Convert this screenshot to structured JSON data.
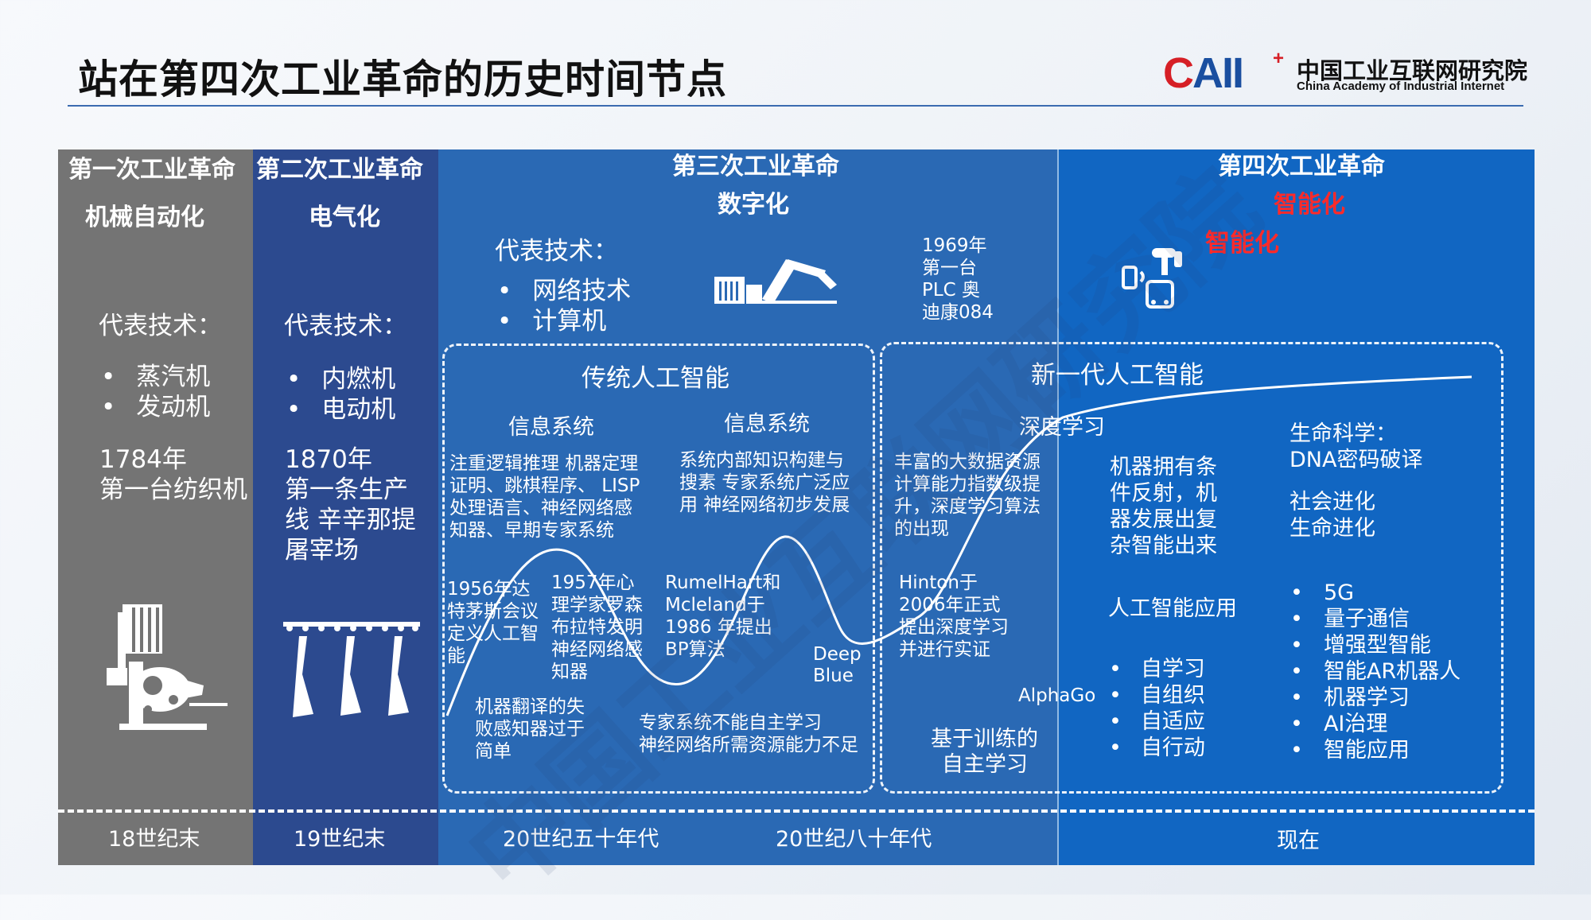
{
  "header": {
    "title": "站在第四次工业革命的历史时间节点",
    "logo_mark": "CAII",
    "logo_plus": "+",
    "logo_cn": "中国工业互联网研究院",
    "logo_en": "China Academy of Industrial Internet"
  },
  "watermark": "中国工业互联网研究院",
  "colors": {
    "first_panel": "#747474",
    "second_panel": "#2c4a8f",
    "third_panel": "#2a69b4",
    "fourth_panel": "#1166c2",
    "highlight_red": "#ff2a2a"
  },
  "rev1": {
    "title": "第一次工业革命",
    "subtitle": "机械自动化",
    "tech_label": "代表技术：",
    "bullets": [
      "蒸汽机",
      "发动机"
    ],
    "milestone_year": "1784年",
    "milestone_text": "第一台纺织机",
    "icon": "loom-icon",
    "era": "18世纪末"
  },
  "rev2": {
    "title": "第二次工业革命",
    "subtitle": "电气化",
    "tech_label": "代表技术：",
    "bullets": [
      "内燃机",
      "电动机"
    ],
    "milestone_year": "1870年",
    "milestone_lines": [
      "第一条生产",
      "线 辛辛那提",
      "屠宰场"
    ],
    "icon": "production-line-icon",
    "era": "19世纪末"
  },
  "rev3": {
    "title": "第三次工业革命",
    "subtitle": "数字化",
    "tech_label": "代表技术：",
    "bullets": [
      "网络技术",
      "计算机"
    ],
    "plc_lines": [
      "1969年",
      "第一台",
      "PLC 奥",
      "迪康084"
    ],
    "icon": "robot-arm-icon",
    "eras": [
      "20世纪五十年代",
      "20世纪八十年代"
    ]
  },
  "rev4": {
    "title": "第四次工业革命",
    "subtitle": "智能化",
    "badge": "智能化",
    "icon": "smart-devices-icon",
    "era": "现在"
  },
  "traditional_ai": {
    "title": "传统人工智能",
    "col1_title": "信息系统",
    "col1_lines": [
      "注重逻辑推理 机器定理",
      "证明、跳棋程序、 LISP",
      "处理语言、神经网络感",
      "知器、早期专家系统"
    ],
    "col2_title": "信息系统",
    "col2_lines": [
      "系统内部知识构建与",
      "搜素 专家系统广泛应",
      "用 神经网络初步发展"
    ],
    "event_1956": [
      "1956年达",
      "特茅斯会议",
      "定义人工智",
      "能"
    ],
    "event_1957": [
      "1957年心",
      "理学家罗森",
      "布拉特发明",
      "神经网络感",
      "知器"
    ],
    "event_bp": [
      "RumelHart和",
      "Mcleland于",
      "1986 年提出",
      "BP算法"
    ],
    "event_deepblue": [
      "Deep",
      "Blue"
    ],
    "low_1": [
      "机器翻译的失",
      "败感知器过于",
      "简单"
    ],
    "low_2": [
      "专家系统不能自主学习",
      "神经网络所需资源能力不足"
    ]
  },
  "new_ai": {
    "title": "新一代人工智能",
    "deep_learning": "深度学习",
    "dl_lines": [
      "丰富的大数据资源",
      "计算能力指数级提",
      "升，深度学习算法",
      "的出现"
    ],
    "hinton": [
      "Hinton于",
      "2006年正式",
      "提出深度学习",
      "并进行实证"
    ],
    "alphago": "AlphaGo",
    "self_learning": [
      "基于训练的",
      "自主学习"
    ],
    "conditioned": [
      "机器拥有条",
      "件反射，机",
      "器发展出复",
      "杂智能出来"
    ],
    "ai_app_title": "人工智能应用",
    "ai_app_bullets": [
      "自学习",
      "自组织",
      "自适应",
      "自行动"
    ],
    "life_science": [
      "生命科学：",
      "DNA密码破译"
    ],
    "evolution": [
      "社会进化",
      "生命进化"
    ],
    "tech_bullets": [
      "5G",
      "量子通信",
      "增强型智能",
      "智能AR机器人",
      "机器学习",
      "AI治理",
      "智能应用"
    ]
  },
  "bullet_char": "•"
}
